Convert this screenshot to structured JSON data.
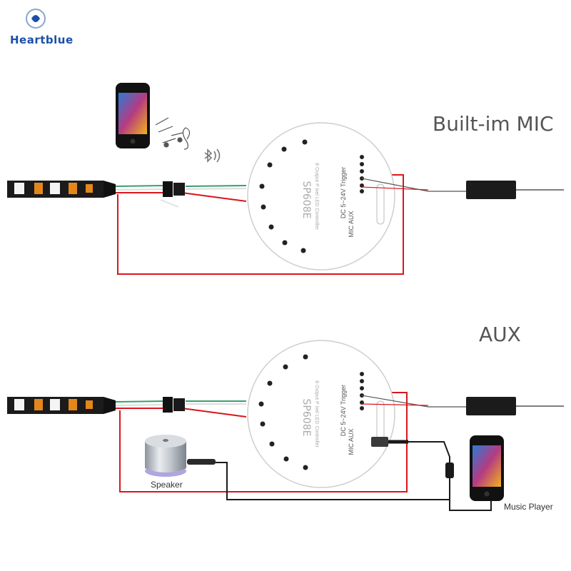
{
  "brand": {
    "name": "Heartblue",
    "color": "#1c4fa8"
  },
  "sections": [
    {
      "title": "Built-im MIC"
    },
    {
      "title": "AUX"
    }
  ],
  "controller": {
    "model": "SP608E",
    "subtitle": "8 Output P ixel LED Controller",
    "rows": [
      "DC 5~24V Trigger",
      "MIC AUX"
    ]
  },
  "labels": {
    "speaker": "Speaker",
    "music_player": "Music Player"
  },
  "colors": {
    "wire_red": "#d9161c",
    "wire_green": "#3a9e6e",
    "wire_black": "#1a1a1a",
    "strip": "#1b1b1b"
  },
  "icons": [
    "bluetooth-icon",
    "music-notes-icon",
    "smartphone-icon",
    "speaker-icon"
  ]
}
